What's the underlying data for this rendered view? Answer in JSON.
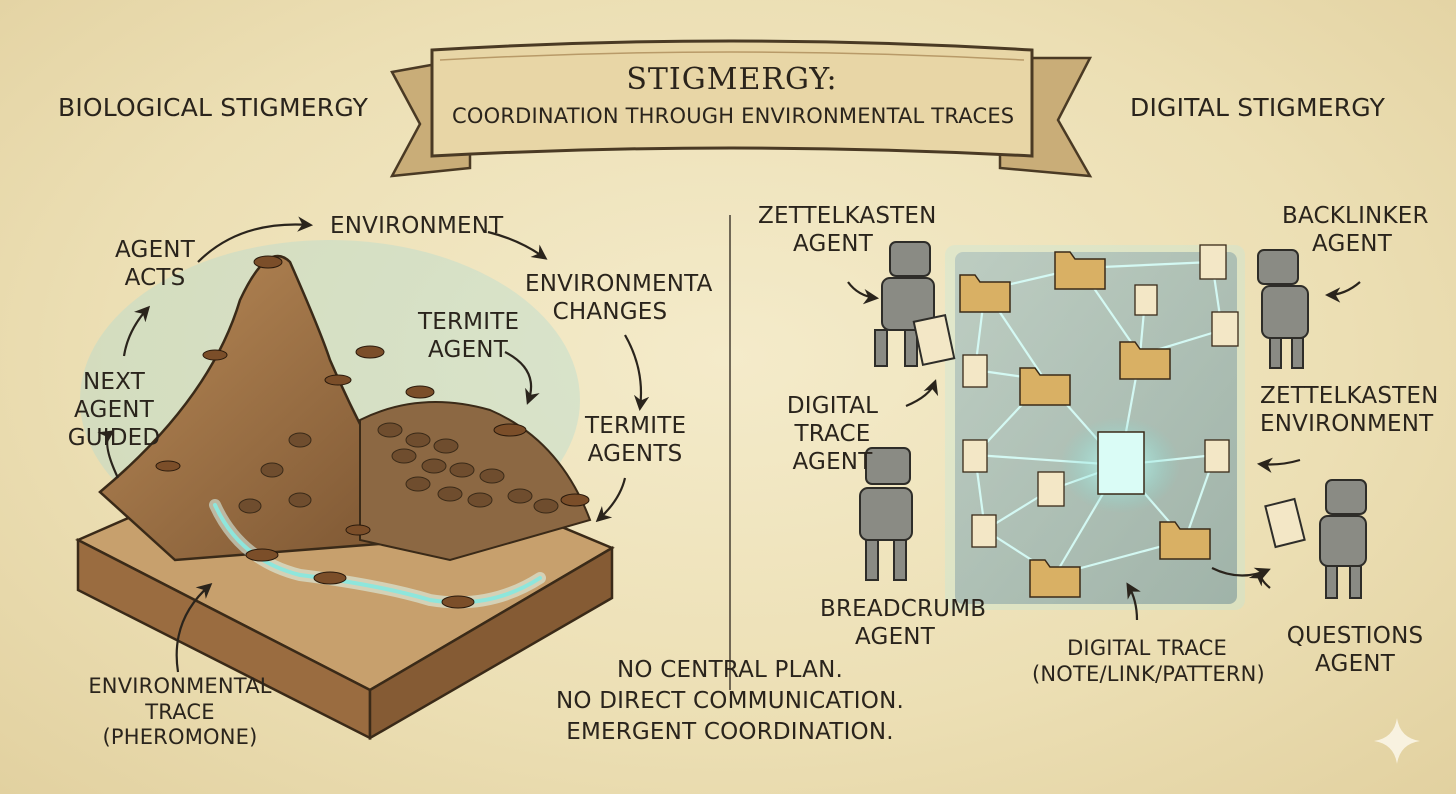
{
  "banner": {
    "title": "STIGMERGY:",
    "subtitle": "COORDINATION THROUGH ENVIRONMENTAL TRACES"
  },
  "left": {
    "heading": "BIOLOGICAL STIGMERGY",
    "cycle": {
      "agent_acts": "AGENT\nACTS",
      "environment": "ENVIRONMENT",
      "environment_changes": "ENVIRONMENTA\nCHANGES",
      "termite_agents": "TERMITE\nAGENTS",
      "next_agent_guided": "NEXT AGENT\nGUIDED"
    },
    "termite_agent": "TERMITE\nAGENT",
    "environmental_trace": "ENVIRONMENTAL TRACE\n(PHEROMONE)"
  },
  "right": {
    "heading": "DIGITAL STIGMERGY",
    "agents": {
      "zettelkasten": "ZETTELKASTEN\nAGENT",
      "backlinker": "BACKLINKER\nAGENT",
      "digital_trace": "DIGITAL TRACE\nAGENT",
      "breadcrumb": "BREADCRUMB\nAGENT",
      "questions": "QUESTIONS\nAGENT"
    },
    "environment": "ZETTELKASTEN\nENVIRONMENT",
    "digital_trace": "DIGITAL TRACE\n(NOTE/LINK/PATTERN)"
  },
  "motto": "NO CENTRAL PLAN.\nNO DIRECT COMMUNICATION.\nEMERGENT COORDINATION.",
  "colors": {
    "parchment": "#efe3bd",
    "ink": "#2a241c",
    "soil": "#a07548",
    "trace_glow": "#9ff3e8",
    "folder": "#d9b064",
    "robot": "#8a8b84"
  }
}
